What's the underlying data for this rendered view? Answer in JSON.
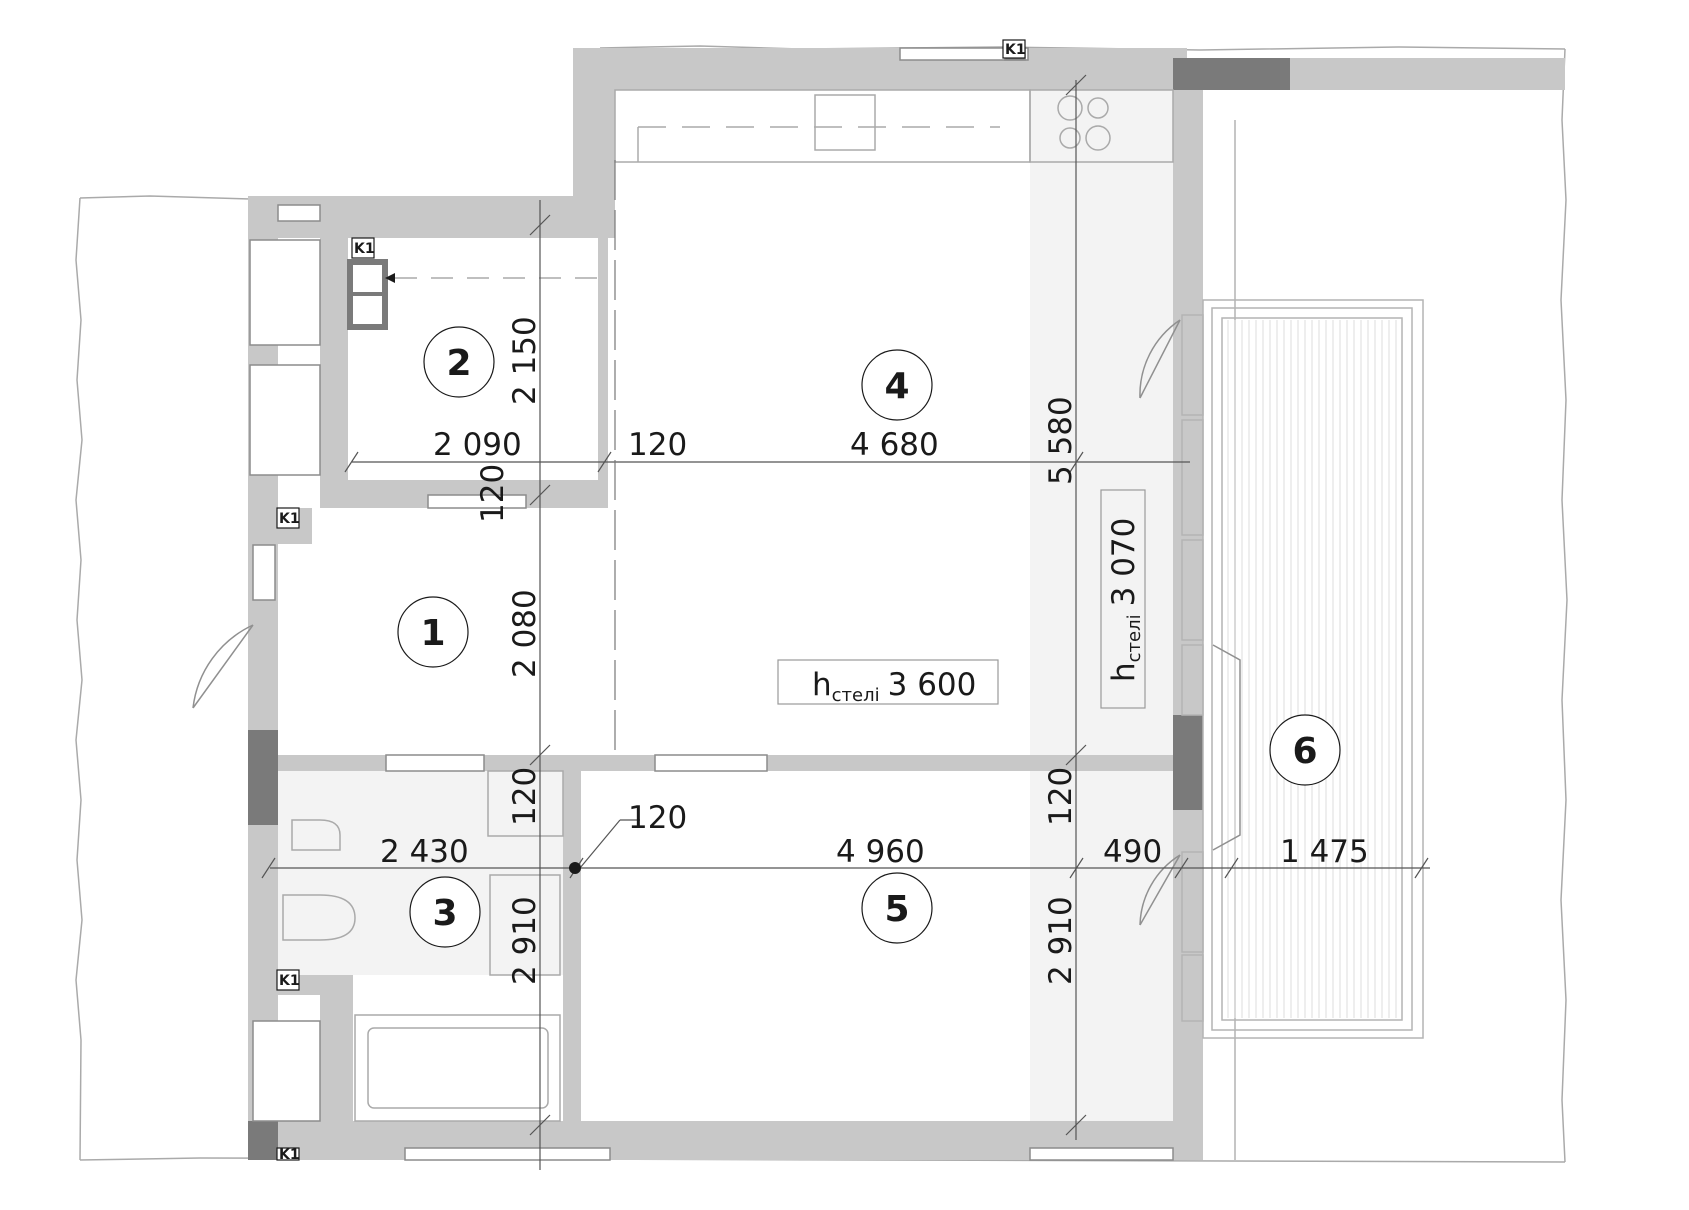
{
  "colors": {
    "wall": "#c8c8c8",
    "wall_dark": "#7a7a7a",
    "outline": "#9a9a9a",
    "line": "#555555",
    "fill_light": "#f3f3f3"
  },
  "rooms": [
    {
      "number": "1"
    },
    {
      "number": "2"
    },
    {
      "number": "3"
    },
    {
      "number": "4"
    },
    {
      "number": "5"
    },
    {
      "number": "6"
    }
  ],
  "dimensions": {
    "room2_height": "2 150",
    "room2_width": "2 090",
    "wall_top": "120",
    "room4_width": "4 680",
    "room4_depth": "5 580",
    "wall_vertical_1": "120",
    "room1_depth": "2 080",
    "wall_vertical_2": "120",
    "wall_marker": "120",
    "room3_width": "2 430",
    "room5_width": "4 960",
    "wall_vertical_3": "120",
    "balcony_door": "490",
    "balcony_width": "1 475",
    "room3_depth": "2 910",
    "room5_depth": "2 910"
  },
  "ceiling_labels": [
    {
      "prefix": "h",
      "sub": "стелі",
      "value": "3 600"
    },
    {
      "prefix": "h",
      "sub": "стелі",
      "value": "3 070"
    }
  ],
  "markers": {
    "k1": [
      "K1",
      "K1",
      "K1",
      "K1",
      "K1"
    ]
  }
}
